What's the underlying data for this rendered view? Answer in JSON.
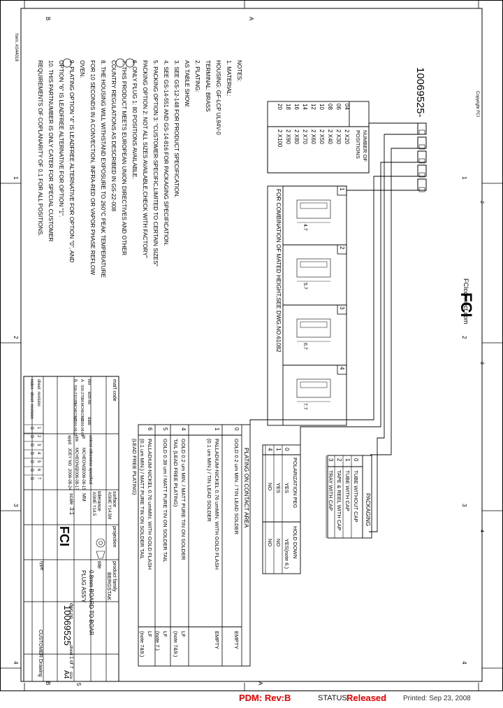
{
  "border": {
    "top_letters": [
      "B",
      "A"
    ],
    "bottom_letters": [
      "B",
      "A"
    ],
    "left_numbers": [
      "1",
      "2",
      "3",
      "4"
    ],
    "right_numbers": [
      "1",
      "2",
      "3",
      "4"
    ],
    "side_numbers": [
      "1",
      "2",
      "3",
      "4",
      "5"
    ],
    "top_numbers": [
      "1",
      "2",
      "3",
      "4"
    ]
  },
  "form_label": "form. AS44018",
  "copyright": "Copyright FCI",
  "brand": {
    "logo": "FCI",
    "website": "FCIconnect.com"
  },
  "part_code": "10069525-",
  "notes": [
    "NOTES:",
    "1. MATERIAL:",
    "   HOUSING: GF-LCP UL94V-0",
    "   TERMINAL: BRASS",
    "2. PLATING:",
    "   AS TABLE SHOW.",
    "3. SEE GS-12-148 FOR PRODUCT SPECIFICATION.",
    "4. SEE GS-14-551 AND GS-14-816 FOR PACKAGING SPECIFICATION.",
    "5. PACKING OPTION 3: \"CUSTOMER-SPECIFIC,LIMITED TO CERTAIN SIZES\"",
    "   PACKING OPTION 2: NOT ALL SIZES AVAILABLE,CHECK WITH FACTORY\"",
    "6. ONLY PLUG 1: 80 POSITIONS AVAILABLE.",
    "7. THIS PRODUCT MEETS EUROPEAN UNION DIRECTIVES AND OTHER",
    "   COUNTRY REGULATIONS AS DESCRIBED IN GS-22-008",
    "8. THE HOUSING WILL WITHSTAND EXPOSURE TO 260°C PEAK TEMPERATURE",
    "   FOR 10 SECONDS IN A CONVECTION, INFRA-RED OR VAPOR PHASE REFLOW",
    "   OVEN.",
    "9. PLATING OPTION \"4\" IS LEADFREE ALTERNATIVE FOR OPTION \"0\", AND",
    "   OPTION \"6\" IS LEADFREE ALTERNATIVE FOR OPTION \"1\".",
    "10. THIS PARTNUMBER IS ONLY CATER FOR SPECIAL CUSTOMER",
    "   REQUIREMENTS OF COPLANARITY OF 0.1 FOR ALL POSITIONS."
  ],
  "positions_table": {
    "header": [
      "NUMBER OF",
      "POSITIONS"
    ],
    "rows": [
      [
        "04",
        "2 X20"
      ],
      [
        "06",
        "2 X30"
      ],
      [
        "08",
        "2 X40"
      ],
      [
        "10",
        "2 X50"
      ],
      [
        "12",
        "2 X60"
      ],
      [
        "14",
        "2 X70"
      ],
      [
        "16",
        "2 X80"
      ],
      [
        "18",
        "2 X90"
      ],
      [
        "20",
        "2 X100"
      ]
    ]
  },
  "mated_height": {
    "caption": "FOR COMBINATION OF MATED HEIGHT,SEE DWG.NO.61082",
    "options": [
      {
        "num": "1",
        "dim": "4.7"
      },
      {
        "num": "2",
        "dim": "5.7"
      },
      {
        "num": "3",
        "dim": "6.7"
      },
      {
        "num": "4",
        "dim": "7.7"
      }
    ]
  },
  "packaging_table": {
    "title": "PACKAGING",
    "rows": [
      [
        "0",
        "TUBE WITHOUT CAP"
      ],
      [
        "1",
        "TUBE WITH CAP"
      ],
      [
        "2",
        "TAPE & REEL WITH CAP"
      ],
      [
        "3",
        "TRAY WITH CAP"
      ]
    ]
  },
  "peg_table": {
    "headers": [
      "POLARIZATION PEG",
      "HOLD DOWN"
    ],
    "rows": [
      [
        "0",
        "YES",
        "YES(note 6.)"
      ],
      [
        "1",
        "YES",
        "NO"
      ],
      [
        "4",
        "NO",
        "NO"
      ]
    ]
  },
  "plating_table": {
    "title": "PLATING ON CONTACT AREA",
    "rows": [
      [
        "0",
        "GOLD 0.2 um MIN. / TIN LEAD SOLDER",
        "EMPTY"
      ],
      [
        "1",
        "PALLADIUM-NICKEL 0.76 umMIN. WITH GOLD FLASH (0.1 um MIN.) / TIN LEAD SOLDER",
        "EMPTY"
      ],
      [
        "4",
        "GOLD 0.2 um MIN. / MATT PURE TIN ON SOLDER TAIL (LEAD FREE PLATING)",
        "LF (note 7&9.)"
      ],
      [
        "5",
        "GOLD 0.38 um / MATT PURE TIN ON SOLDER TAIL",
        "LF (note 7.)"
      ],
      [
        "6",
        "PALLADIUM-NICKEL 0.76 umMIN. WITH GOLD FLASH (0.1 um MIN.) / MATT PURE TIN ON SOLDER TAIL (LEAD FREE PLATING)",
        "LF (note 7&9.)"
      ]
    ]
  },
  "title_block": {
    "matl_code": "mat'l code",
    "surface": "surface",
    "surface_val": "ASME Y14.5M",
    "tolerance": "tolerance",
    "tolerance_val": "ASME Y14.5",
    "projection": "projection",
    "product_family": "product family",
    "product_family_val": "BERGSTAK",
    "title_label": "title",
    "title_val": "0.8mm BOARD TO BOARD PLUG ASS'Y",
    "dwg_no_label": "dwg no",
    "dwg_no": "10069525",
    "type_label": "type",
    "type_val": "CUSTOMER Drawing",
    "size_label": "size",
    "size_val": "A4",
    "sheet_label": "sheet",
    "sheet_val": "1 of 7",
    "scale_label": "scale",
    "scale_val": "3:1",
    "units": "MM",
    "unless_note": "unless otherwise specified",
    "signatures": [
      [
        "dr",
        "MCHEONG",
        "2006-08-15"
      ],
      [
        "chk",
        "MCHEONG",
        "2006-08-17"
      ],
      [
        "appd",
        "JOEY NG",
        "2006-08-24"
      ]
    ],
    "rev_label": "rev",
    "ecn_label": "ecn no",
    "date_label": "date",
    "revisions": [
      [
        "A",
        "S06-275B6",
        "MCHEONG",
        "2006-08-08"
      ],
      [
        "B",
        "S06-231185",
        "MCHEONG",
        "2006-08-22"
      ]
    ],
    "index_row": {
      "labels": [
        "sheet",
        "revision",
        "sheet",
        "revision"
      ],
      "sheets": [
        "1",
        "2",
        "3",
        "4",
        "5",
        "6",
        "7"
      ],
      "revs": [
        "B",
        "B",
        "B",
        "B",
        "B",
        "B",
        "B"
      ]
    },
    "index_label": "index"
  },
  "status_bar": {
    "pdm": "PDM: Rev:B",
    "status_label": "STATUS:",
    "status_value": "Released",
    "printed": "Printed: Sep 23, 2008"
  }
}
